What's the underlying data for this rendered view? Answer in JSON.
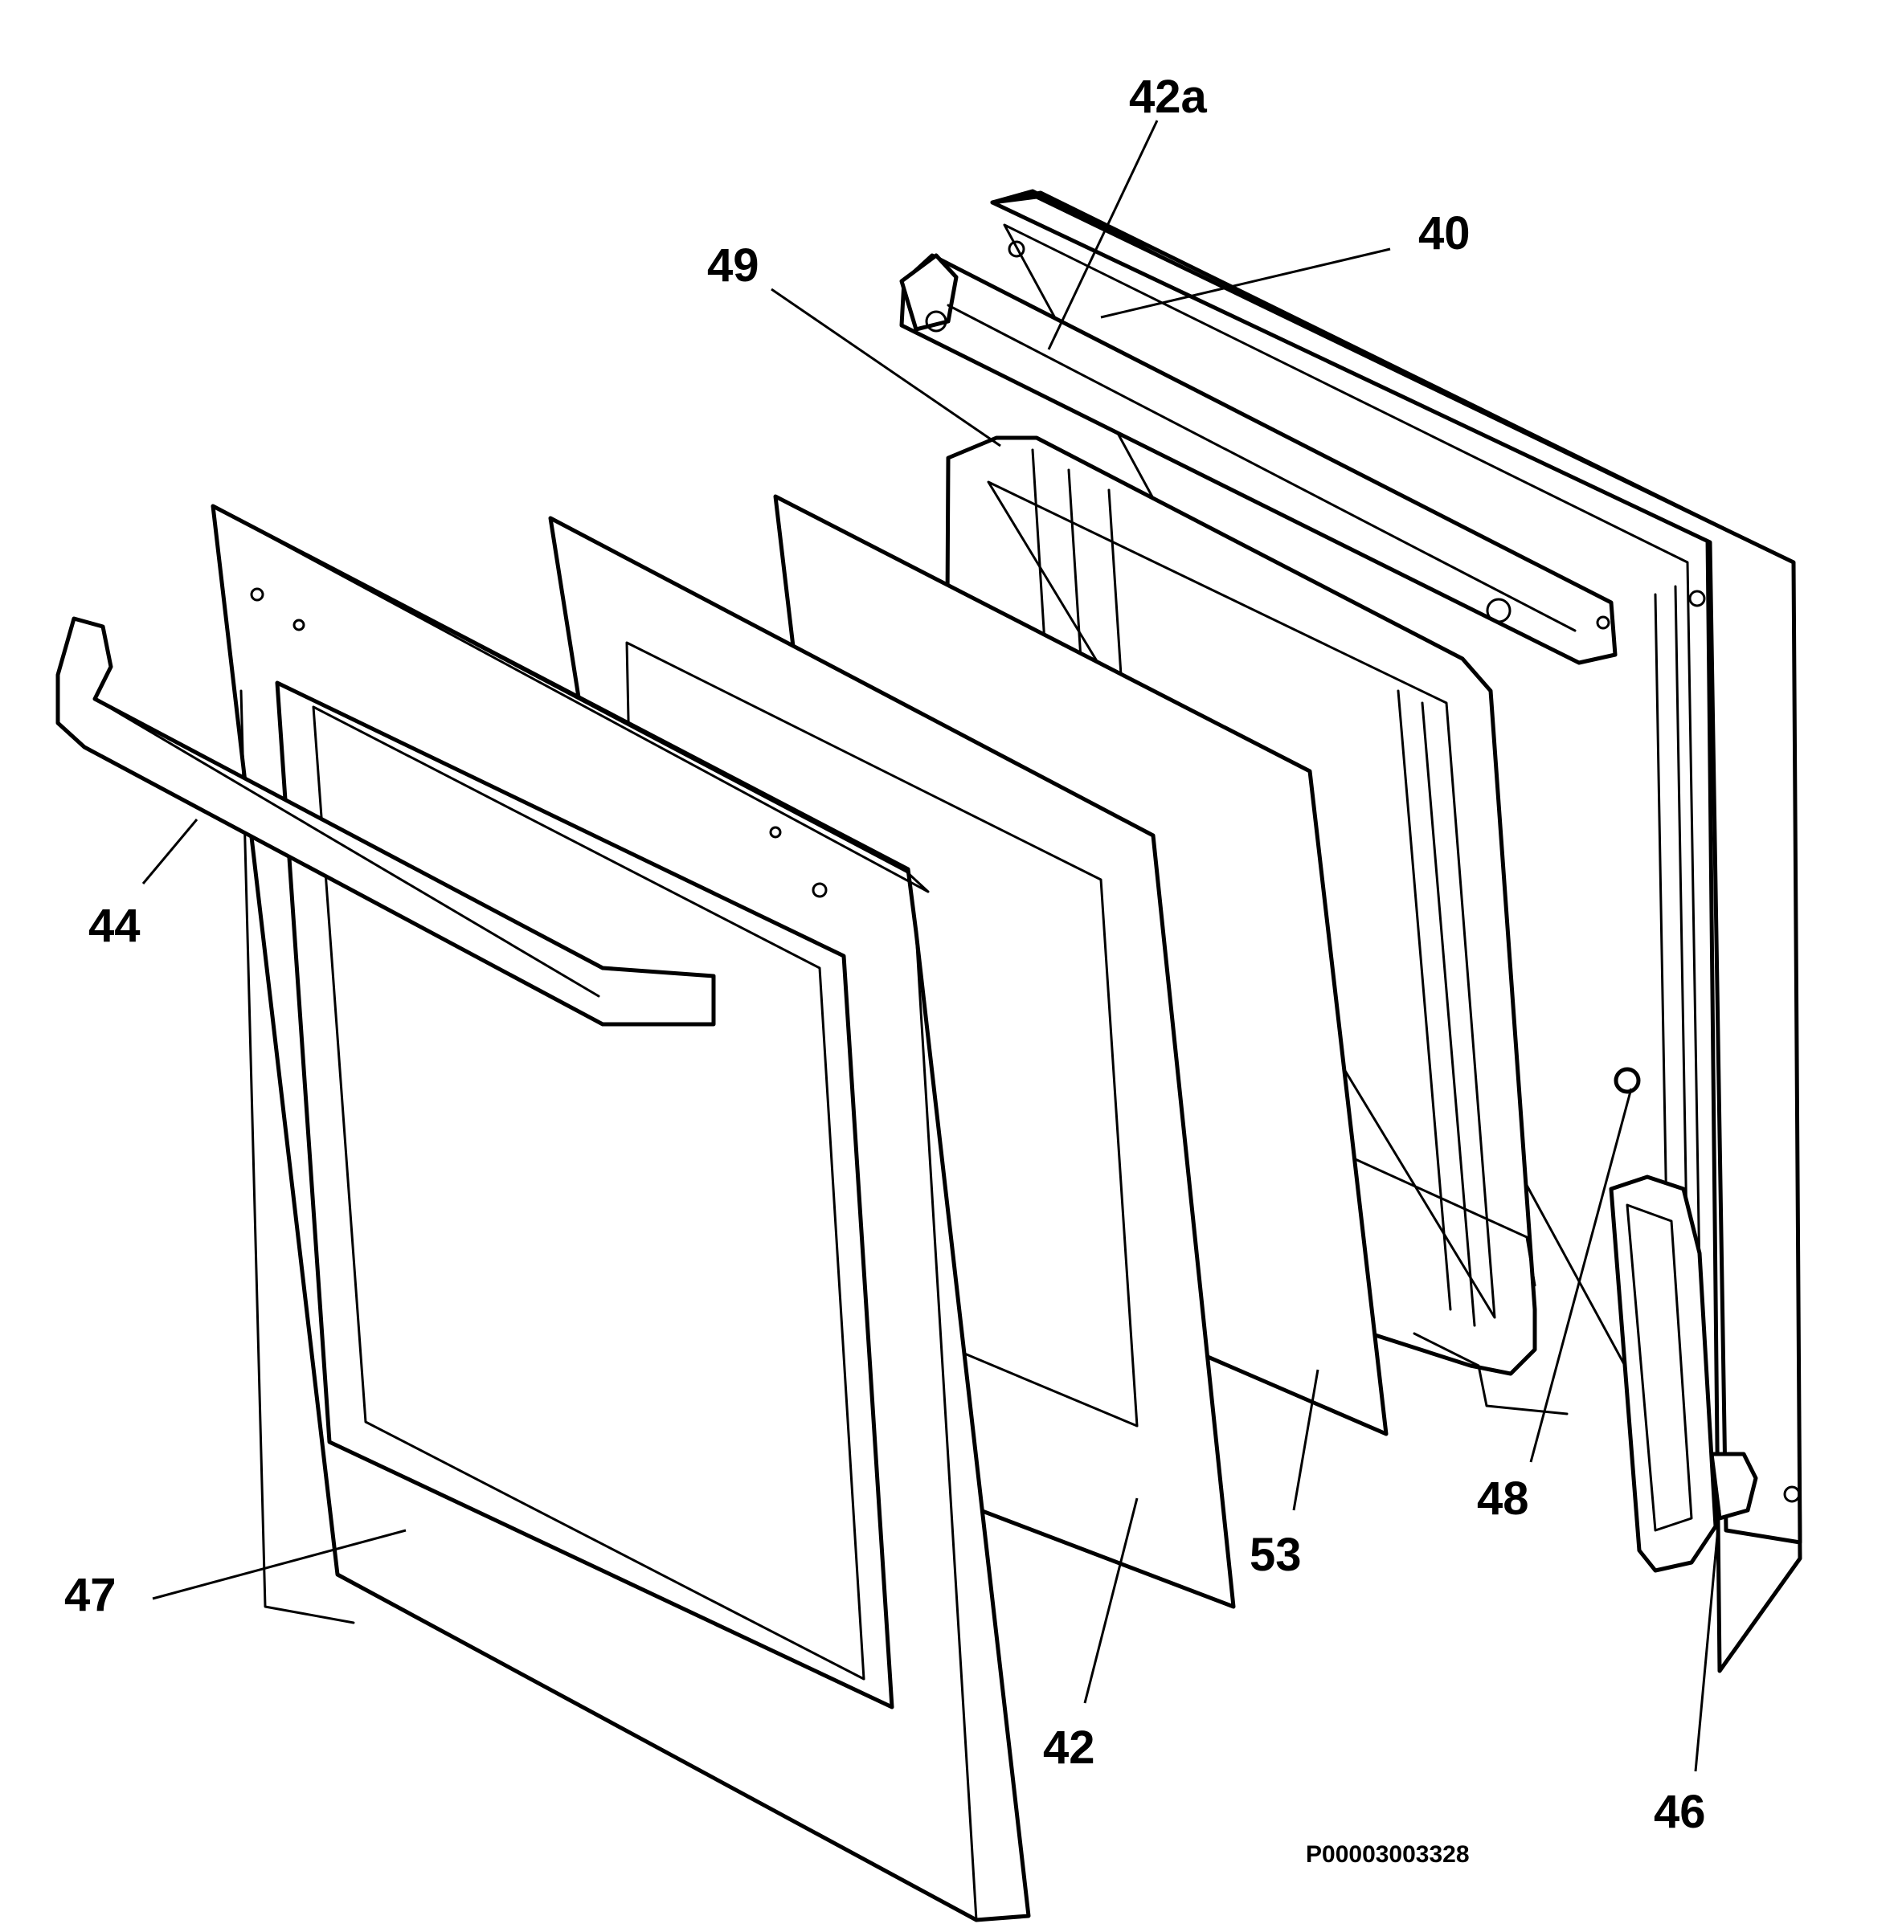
{
  "diagram": {
    "callouts": {
      "c42a": "42a",
      "c40": "40",
      "c49": "49",
      "c44": "44",
      "c47": "47",
      "c42": "42",
      "c53": "53",
      "c48": "48",
      "c46": "46"
    },
    "drawing_code": "P00003003328"
  }
}
